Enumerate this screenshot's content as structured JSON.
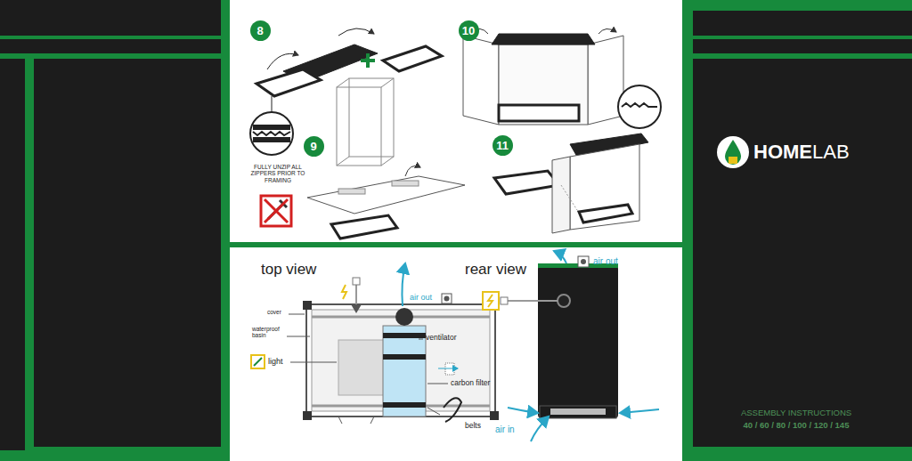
{
  "diagram": {
    "nodes": [
      {
        "text": [
          "8"
        ]
      },
      {
        "text": [
          "9"
        ]
      },
      {
        "text": [
          "10"
        ]
      },
      {
        "text": [
          "11"
        ]
      }
    ],
    "labels": [
      "FULLY UNZIP ALL ZIPPERS PRIOR TO FRAMING",
      "top view",
      "cover",
      "waterproof basin",
      "light",
      "air out",
      "ventilator",
      "carbon filter",
      "belts",
      "rear view",
      "air out",
      "air in",
      "HOME",
      "LAB",
      "ASSEMBLY INSTRUCTIONS",
      "40 / 60 / 80 / 100 / 120 / 145"
    ]
  }
}
